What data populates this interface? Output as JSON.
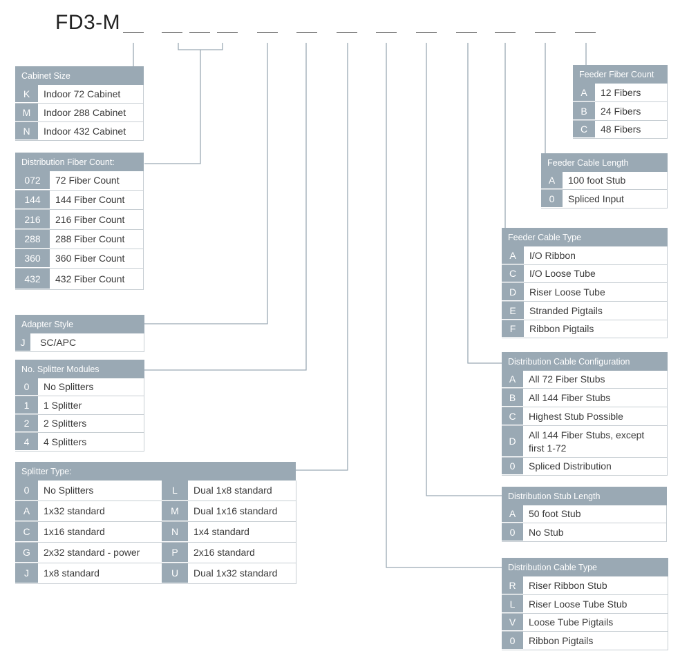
{
  "part_number": "FD3-M",
  "tables": {
    "cabinet_size": {
      "title": "Cabinet Size",
      "rows": [
        {
          "code": "K",
          "label": "Indoor 72 Cabinet"
        },
        {
          "code": "M",
          "label": "Indoor 288 Cabinet"
        },
        {
          "code": "N",
          "label": "Indoor 432 Cabinet"
        }
      ]
    },
    "distribution_fiber_count": {
      "title": "Distribution Fiber Count:",
      "rows": [
        {
          "code": "072",
          "label": "72 Fiber Count"
        },
        {
          "code": "144",
          "label": "144 Fiber Count"
        },
        {
          "code": "216",
          "label": "216 Fiber Count"
        },
        {
          "code": "288",
          "label": "288 Fiber Count"
        },
        {
          "code": "360",
          "label": "360 Fiber Count"
        },
        {
          "code": "432",
          "label": "432 Fiber Count"
        }
      ]
    },
    "adapter_style": {
      "title": "Adapter Style",
      "rows": [
        {
          "code": "J",
          "label": "SC/APC"
        }
      ]
    },
    "splitter_modules": {
      "title": "No. Splitter Modules",
      "rows": [
        {
          "code": "0",
          "label": "No Splitters"
        },
        {
          "code": "1",
          "label": "1 Splitter"
        },
        {
          "code": "2",
          "label": "2 Splitters"
        },
        {
          "code": "4",
          "label": "4 Splitters"
        }
      ]
    },
    "splitter_type": {
      "title": "Splitter Type:",
      "left": [
        {
          "code": "0",
          "label": "No Splitters"
        },
        {
          "code": "A",
          "label": "1x32 standard"
        },
        {
          "code": "C",
          "label": "1x16 standard"
        },
        {
          "code": "G",
          "label": "2x32 standard - power"
        },
        {
          "code": "J",
          "label": "1x8 standard"
        }
      ],
      "right": [
        {
          "code": "L",
          "label": "Dual 1x8 standard"
        },
        {
          "code": "M",
          "label": "Dual 1x16 standard"
        },
        {
          "code": "N",
          "label": "1x4 standard"
        },
        {
          "code": "P",
          "label": "2x16 standard"
        },
        {
          "code": "U",
          "label": "Dual 1x32 standard"
        }
      ]
    },
    "feeder_fiber_count": {
      "title": "Feeder Fiber Count",
      "rows": [
        {
          "code": "A",
          "label": "12 Fibers"
        },
        {
          "code": "B",
          "label": "24 Fibers"
        },
        {
          "code": "C",
          "label": "48 Fibers"
        }
      ]
    },
    "feeder_cable_length": {
      "title": "Feeder Cable Length",
      "rows": [
        {
          "code": "A",
          "label": "100 foot Stub"
        },
        {
          "code": "0",
          "label": "Spliced Input"
        }
      ]
    },
    "feeder_cable_type": {
      "title": "Feeder Cable Type",
      "rows": [
        {
          "code": "A",
          "label": "I/O Ribbon"
        },
        {
          "code": "C",
          "label": "I/O Loose Tube"
        },
        {
          "code": "D",
          "label": "Riser Loose Tube"
        },
        {
          "code": "E",
          "label": "Stranded Pigtails"
        },
        {
          "code": "F",
          "label": "Ribbon Pigtails"
        }
      ]
    },
    "distribution_cable_config": {
      "title": "Distribution Cable Configuration",
      "rows": [
        {
          "code": "A",
          "label": "All 72 Fiber Stubs"
        },
        {
          "code": "B",
          "label": "All 144 Fiber Stubs"
        },
        {
          "code": "C",
          "label": "Highest Stub Possible"
        },
        {
          "code": "D",
          "label": "All 144 Fiber Stubs, except first 1-72"
        },
        {
          "code": "0",
          "label": "Spliced Distribution"
        }
      ]
    },
    "distribution_stub_length": {
      "title": "Distribution Stub Length",
      "rows": [
        {
          "code": "A",
          "label": "50 foot Stub"
        },
        {
          "code": "0",
          "label": "No Stub"
        }
      ]
    },
    "distribution_cable_type": {
      "title": "Distribution Cable Type",
      "rows": [
        {
          "code": "R",
          "label": "Riser Ribbon Stub"
        },
        {
          "code": "L",
          "label": "Riser Loose Tube Stub"
        },
        {
          "code": "V",
          "label": "Loose Tube Pigtails"
        },
        {
          "code": "0",
          "label": "Ribbon Pigtails"
        }
      ]
    }
  },
  "colors": {
    "header_bg": "#9aa9b4",
    "connector_line": "#9aa9b4",
    "border": "#c6cdd2"
  }
}
